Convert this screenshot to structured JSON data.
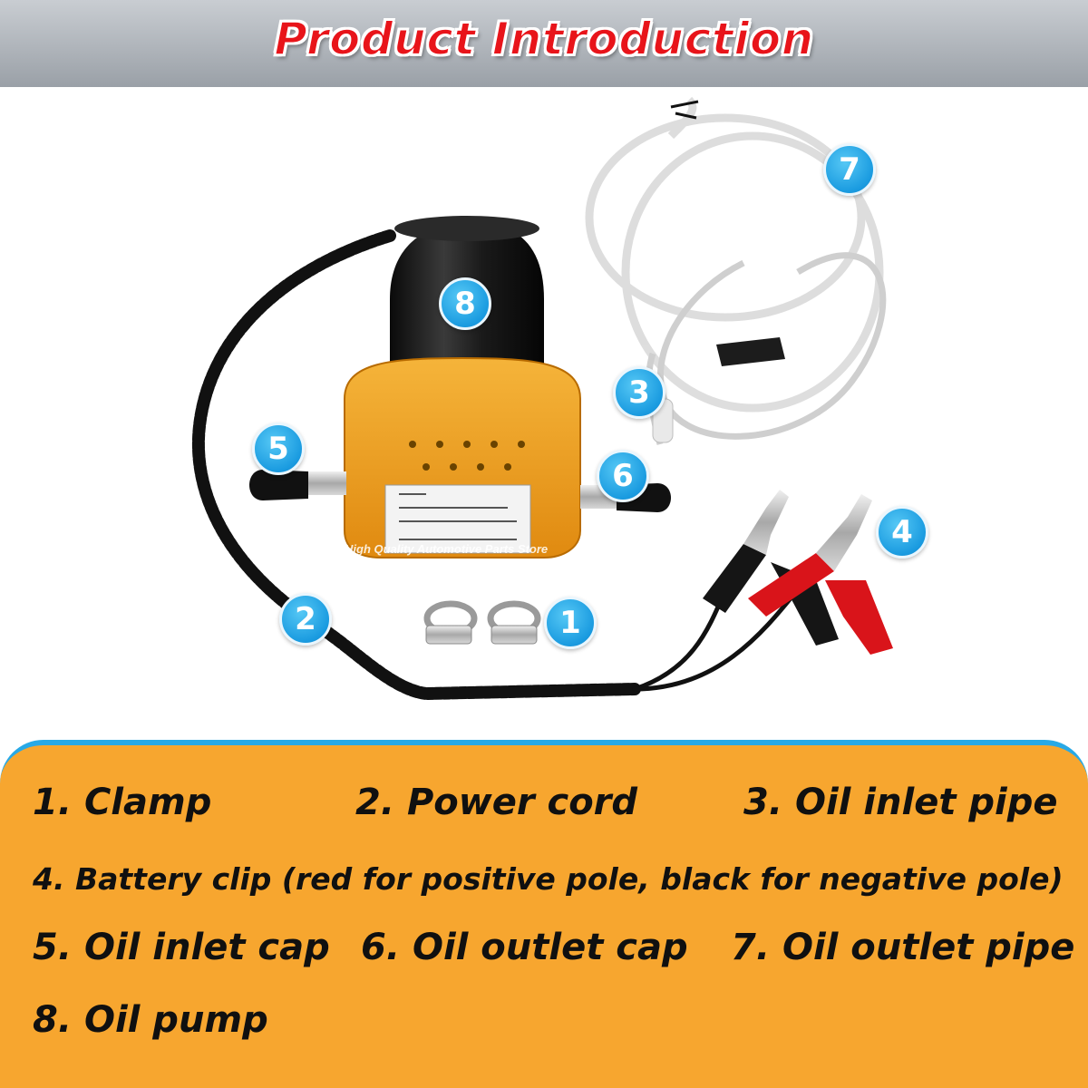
{
  "header": {
    "title": "Product Introduction"
  },
  "image": {
    "watermark": "High Quality Automotive Parts Store"
  },
  "badges": [
    "1",
    "2",
    "3",
    "4",
    "5",
    "6",
    "7",
    "8"
  ],
  "parts": [
    "1. Clamp",
    "2. Power cord",
    "3. Oil inlet pipe",
    "4. Battery clip (red for positive pole, black for negative pole)",
    "5. Oil inlet cap",
    "6. Oil outlet cap",
    "7. Oil outlet pipe",
    "8. Oil pump"
  ],
  "colors": {
    "accent_red": "#e8141a",
    "panel_orange": "#f7a62f",
    "badge_blue": "#1a9be0",
    "panel_border": "#28a9e6"
  }
}
